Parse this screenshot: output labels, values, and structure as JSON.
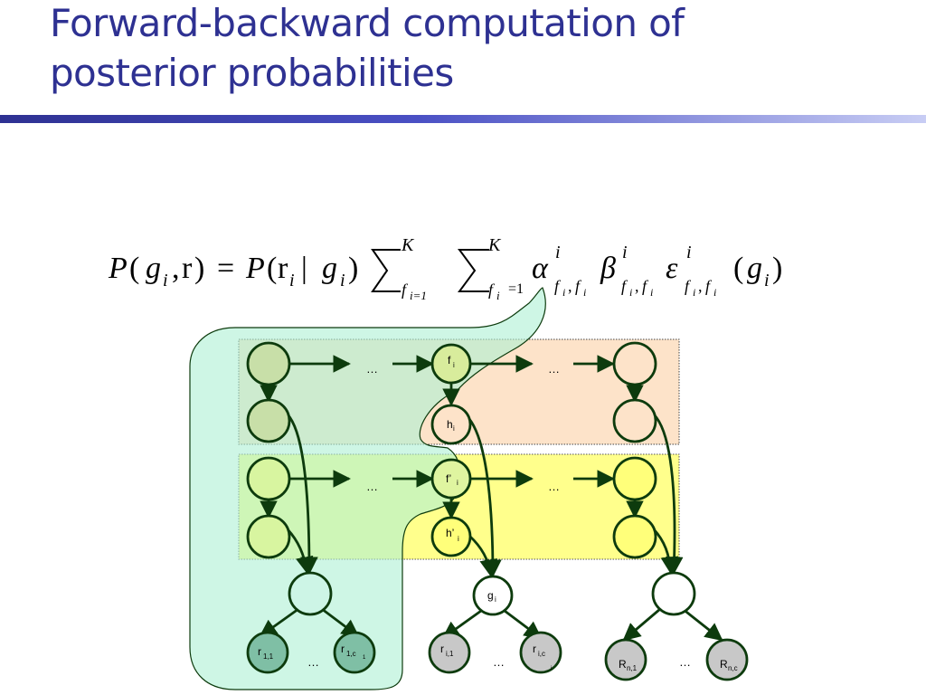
{
  "slide": {
    "title_line1": "Forward-backward computation of",
    "title_line2": "posterior probabilities"
  },
  "formula": {
    "P1": "P",
    "g1": "g",
    "i1": "i",
    "comma": ",",
    "r": "r",
    "close1": ")",
    "eq": "=",
    "P2": "P",
    "open2": "(",
    "ri": "r",
    "ri_sub": "i",
    "bar": "|",
    "g2": "g",
    "i2": "i",
    "close2": ")",
    "sum1_K": "K",
    "sum1_low_f": "f",
    "sum1_low_i": "i=1",
    "sum2_K": "K",
    "sum2_low": "f",
    "sum2_low_i": "i",
    "sum2_low_eq": "=1",
    "alpha": "α",
    "beta": "β",
    "eps": "ε",
    "sup_i": "i",
    "sub_ff": "f",
    "sub_i": "i",
    "sub_comma": ",",
    "g3": "g",
    "i3": "i",
    "open1": "(",
    "open3": "(",
    "close3": ")"
  },
  "nodes": {
    "fi": "f",
    "fi_sub": "i",
    "hi": "h",
    "hi_sub": "i",
    "fpi": "f’",
    "fpi_sub": "i",
    "hpi": "h’",
    "hpi_sub": "i",
    "gi": "g",
    "gi_sub": "i",
    "r11": "r",
    "r11_sub": "1,1",
    "r1c": "r",
    "r1c_sub": "1,c",
    "r1c_sub2": "1",
    "ri1": "r",
    "ri1_sub": "i,1",
    "ric": "r",
    "ric_sub": "i,c",
    "ric_sub2": "i",
    "Rn1": "R",
    "Rn1_sub": "n,1",
    "Rnc": "R",
    "Rnc_sub": "n,c"
  },
  "dots": "…",
  "colors": {
    "title": "#2e3192",
    "region_green_fill": "#cdf5e6",
    "box_peach": "#fde3c9",
    "box_green_dark": "#b6d8a8",
    "box_yellow": "#ffff8c",
    "box_lightgreen": "#c5f08c",
    "node_light": "#d8f5b0",
    "node_yellow": "#ffff7a",
    "node_teal": "#7fbfa5",
    "node_grey": "#c8c8c8",
    "arrow": "#0d3b0d"
  }
}
